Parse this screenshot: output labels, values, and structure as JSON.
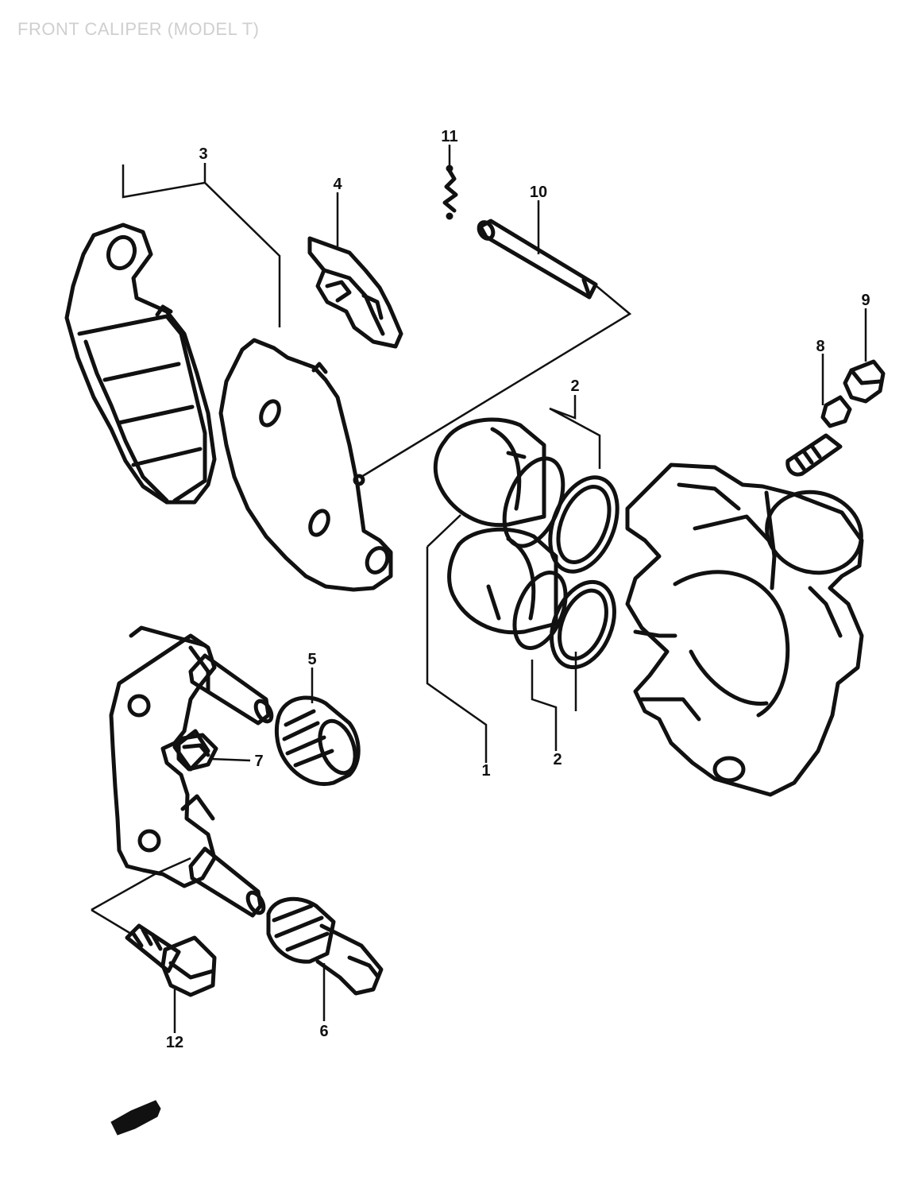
{
  "title": "FRONT CALIPER (MODEL T)",
  "callouts": [
    {
      "id": "1",
      "label": "1"
    },
    {
      "id": "2",
      "label": "2"
    },
    {
      "id": "2b",
      "label": "2"
    },
    {
      "id": "3",
      "label": "3"
    },
    {
      "id": "4",
      "label": "4"
    },
    {
      "id": "5",
      "label": "5"
    },
    {
      "id": "6",
      "label": "6"
    },
    {
      "id": "7",
      "label": "7"
    },
    {
      "id": "8",
      "label": "8"
    },
    {
      "id": "9",
      "label": "9"
    },
    {
      "id": "10",
      "label": "10"
    },
    {
      "id": "11",
      "label": "11"
    },
    {
      "id": "12",
      "label": "12"
    }
  ],
  "colors": {
    "line": "#111111",
    "background": "#ffffff",
    "title": "#cfcfcf"
  }
}
